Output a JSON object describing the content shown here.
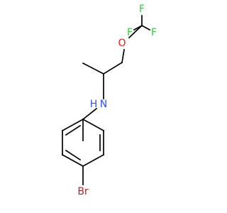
{
  "structure": {
    "atoms": {
      "fluorine_top": {
        "label": "F",
        "color": "#33CC33"
      },
      "fluorine_left": {
        "label": "F",
        "color": "#33CC33"
      },
      "fluorine_right": {
        "label": "F",
        "color": "#33CC33"
      },
      "oxygen": {
        "label": "O",
        "color": "#FF0D0D"
      },
      "nitrogen": {
        "label": "N",
        "color": "#3050F8"
      },
      "hydrogen": {
        "label": "H",
        "color": "#3050F8"
      },
      "bromine": {
        "label": "Br",
        "color": "#A62929"
      }
    },
    "bond_color": "#000000"
  }
}
